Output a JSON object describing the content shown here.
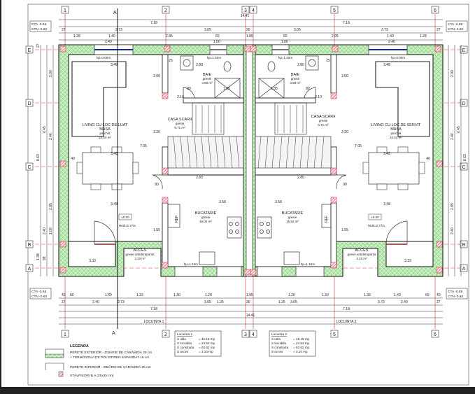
{
  "axes_x": [
    "1",
    "2",
    "3",
    "4",
    "5",
    "6"
  ],
  "axes_y": [
    "E",
    "D",
    "C",
    "B",
    "A"
  ],
  "levels": {
    "cta": "CTA -0.55",
    "ctn": "CTN -0.60"
  },
  "dims_top": {
    "total": "14.41",
    "halves": [
      "7.18",
      "7.18"
    ],
    "axis_row": [
      "27",
      "3.73",
      "3.05",
      "30",
      "3.05",
      "3.73",
      "27"
    ],
    "openings_row": [
      "1.28",
      "1.40",
      "2.95",
      "60",
      "1.95",
      "60",
      "2.95",
      "1.40",
      "1.28"
    ],
    "windows_row": [
      "2.40",
      "1.00",
      "1.00",
      "2.40"
    ]
  },
  "dims_bottom": {
    "openings_row": [
      "40",
      "60",
      "1.40",
      "1.33",
      "1.30",
      "1.20",
      "1.95",
      "1.20",
      "1.30",
      "1.33",
      "1.40",
      "60",
      "40"
    ],
    "axis_row": [
      "27",
      "2.40",
      "3.73",
      "3.05",
      "1.25",
      "30",
      "1.25",
      "3.05",
      "3.73",
      "2.40",
      "27"
    ],
    "halves": [
      "7.18",
      "7.18"
    ],
    "total": "14.41",
    "units": [
      "LOCUINTA 1",
      "LOCUINTA 2"
    ]
  },
  "dims_side": [
    "2.00",
    "2.46",
    "2.85",
    "1.00",
    "2.40",
    "1.38",
    "98",
    "6.45",
    "8.63",
    "27"
  ],
  "rooms": {
    "living1": {
      "name": "LIVING CU LOC DE LUAT",
      "name2": "MASA",
      "finish": "parchet",
      "area": "24.53 m²"
    },
    "living2": {
      "name": "LIVING CU LOC DE SERVIT",
      "name2": "MASA",
      "finish": "parchet",
      "area": "24.53 m²"
    },
    "bath1": {
      "name": "BAIE",
      "finish": "gresie",
      "area": "4.90 m²"
    },
    "bath2": {
      "name": "BAIE",
      "finish": "gresie",
      "area": "4.90 m²"
    },
    "stair1": {
      "name": "CASA SCARII",
      "finish": "gresie",
      "area": "6.71 m²"
    },
    "stair2": {
      "name": "CASA SCARII",
      "finish": "gresie",
      "area": "6.71 m²"
    },
    "kitchen1": {
      "name": "BUCATARIE",
      "finish": "gresie",
      "area": "15.02 m²"
    },
    "kitchen2": {
      "name": "BUCATARIE",
      "finish": "gresie",
      "area": "15.52 m²"
    },
    "access1": {
      "name": "ACCES",
      "finish": "gresie antiderapanta",
      "area": "3.10 m²"
    },
    "access2": {
      "name": "ACCES",
      "finish": "gresie antiderapanta",
      "area": "3.10 m²"
    }
  },
  "annotations": {
    "hp0": "hp=0.00m",
    "hp140": "hp=1.40m",
    "hp115": "hp=1.15m",
    "level0": "±0.00",
    "hutil": "Hutil=2.77m",
    "ref": "REF.",
    "inner": [
      "3.48",
      "2.80",
      "2.10",
      "80",
      "1.85",
      "25",
      "40",
      "2.00",
      "2.20",
      "7.05",
      "3.58",
      "1.55",
      "90",
      "3.33"
    ]
  },
  "areas": [
    {
      "title": "Locuinta 1",
      "rows": [
        [
          "S utila",
          "= 46.16 mp"
        ],
        [
          "S locuibila",
          "= 24.53 mp"
        ],
        [
          "S construita",
          "= 63.62 mp"
        ],
        [
          "S acces",
          "= 3.10 mp"
        ]
      ]
    },
    {
      "title": "Locuinta 2",
      "rows": [
        [
          "S utila",
          "= 46.16 mp"
        ],
        [
          "S locuibila",
          "= 24.53 mp"
        ],
        [
          "S construita",
          "= 63.62 mp"
        ],
        [
          "S acces",
          "= 3.10 mp"
        ]
      ]
    }
  ],
  "legend": {
    "title": "LEGENDA",
    "items": [
      {
        "line1": "PERETE EXTERIOR - ZIDĂRIE DE CĂRĂMIDĂ 25 cm",
        "line2": "+ TERMOIZOLAȚIE POLISTIREN EXPANDAT 15 cm"
      },
      {
        "line1": "PERETE INTERIOR - ZIDĂRIE DE CĂRĂMIDĂ 25 cm"
      },
      {
        "line1": "STÂLPIȘORI B.A (25x25 cm)"
      }
    ]
  },
  "section_mark": "A",
  "colors": {
    "insulation": "#c8efc0",
    "axis": "#dd3333",
    "column": "#e05050",
    "glass": "#1a237e"
  }
}
